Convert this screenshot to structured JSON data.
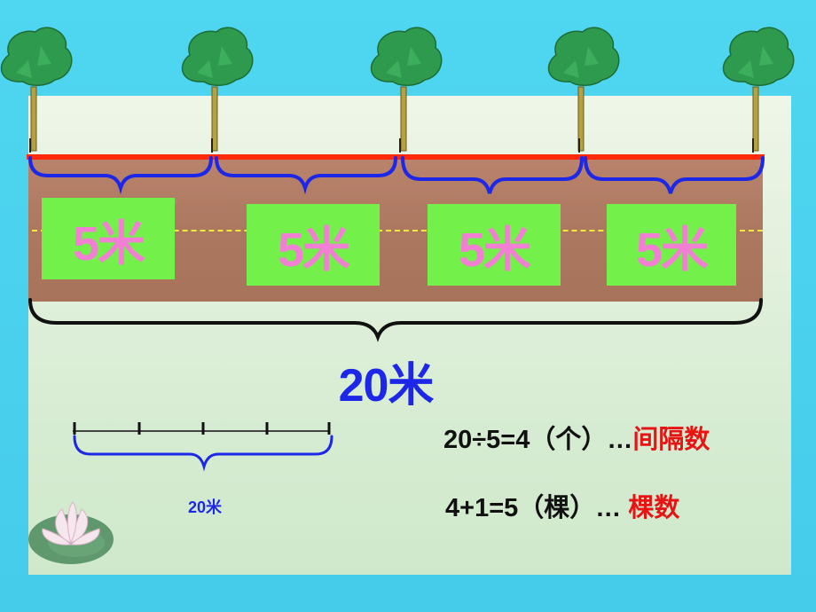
{
  "diagram": {
    "interval_labels": [
      "5米",
      "5米",
      "5米",
      "5米"
    ],
    "total_label": "20米",
    "small_total_label": "20米",
    "equations": [
      {
        "expr": "20÷5=4（个）…",
        "note": "间隔数"
      },
      {
        "expr": "4+1=5（棵）… ",
        "note": "棵数"
      }
    ],
    "tree_count": 5,
    "colors": {
      "sky": "#49d1ee",
      "road": "#ad7860",
      "boundary": "#ff2a0a",
      "brace": "#1d27e8",
      "label_box": "#74f04a",
      "label_text": "#f37fd5",
      "note": "#e81414",
      "tree_crown": "#2e9a4e",
      "trunk": "#b3a142"
    },
    "icons": [
      "tree-icon",
      "lotus-icon"
    ]
  }
}
